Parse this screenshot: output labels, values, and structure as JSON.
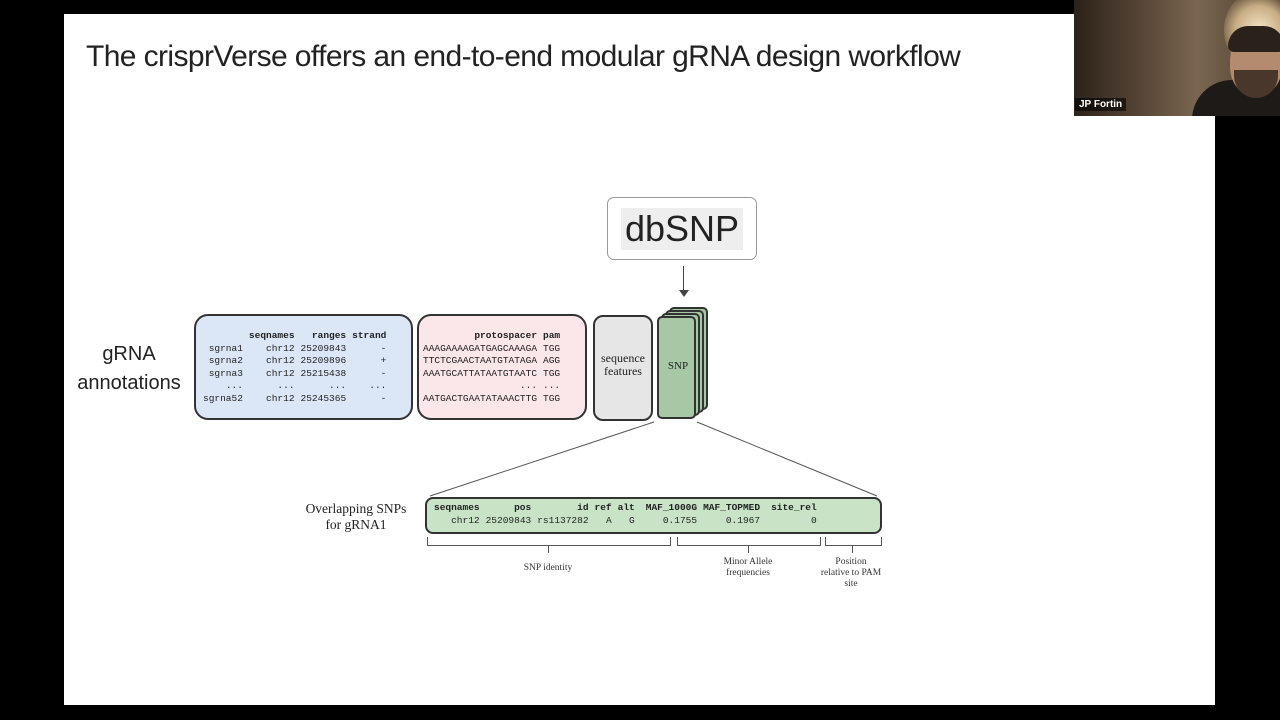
{
  "slide": {
    "title": "The crisprVerse offers an end-to-end modular gRNA design workflow"
  },
  "video": {
    "participant_name": "JP Fortin"
  },
  "dbsnp": {
    "label": "dbSNP"
  },
  "annotations_label": [
    "gRNA",
    "annotations"
  ],
  "left_table": {
    "headers": [
      "",
      "seqnames",
      "ranges",
      "strand"
    ],
    "rows": [
      [
        "sgrna1",
        "chr12",
        "25209843",
        "-"
      ],
      [
        "sgrna2",
        "chr12",
        "25209896",
        "+"
      ],
      [
        "sgrna3",
        "chr12",
        "25215438",
        "-"
      ],
      [
        "...",
        "...",
        "...",
        "..."
      ],
      [
        "sgrna52",
        "chr12",
        "25245365",
        "-"
      ]
    ]
  },
  "mid_table": {
    "headers": [
      "protospacer",
      "pam"
    ],
    "rows": [
      [
        "AAAGAAAAGATGAGCAAAGA",
        "TGG"
      ],
      [
        "TTCTCGAACTAATGTATAGA",
        "AGG"
      ],
      [
        "AAATGCATTATAATGTAATC",
        "TGG"
      ],
      [
        "...",
        "..."
      ],
      [
        "AATGACTGAATATAAACTTG",
        "TGG"
      ]
    ]
  },
  "seq_features": {
    "line1": "sequence",
    "line2": "features"
  },
  "snp_box": {
    "label": "SNP"
  },
  "overlap": {
    "label_line1": "Overlapping SNPs",
    "label_line2": "for gRNA1"
  },
  "snp_table": {
    "headers": [
      "seqnames",
      "pos",
      "id",
      "ref",
      "alt",
      "MAF_1000G",
      "MAF_TOPMED",
      "site_rel"
    ],
    "row": [
      "chr12",
      "25209843",
      "rs1137282",
      "A",
      "G",
      "0.1755",
      "0.1967",
      "0"
    ]
  },
  "braces": {
    "snp_identity": "SNP identity",
    "maf_line1": "Minor Allele",
    "maf_line2": "frequencies",
    "pos_line1": "Position",
    "pos_line2": "relative to PAM",
    "pos_line3": "site"
  }
}
